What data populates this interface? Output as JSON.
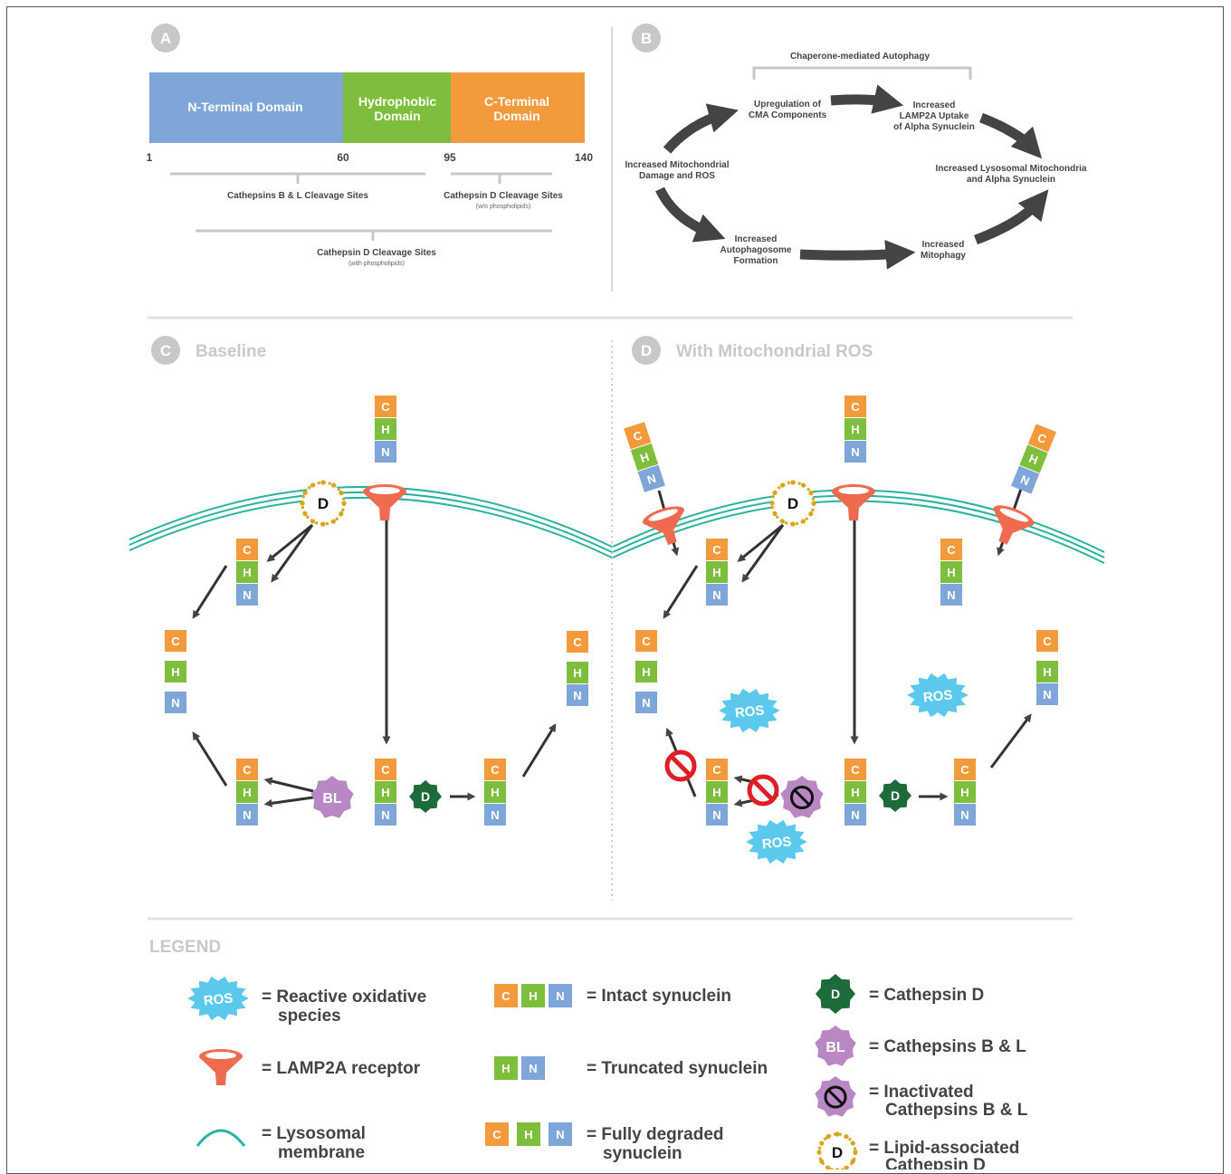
{
  "panel_a": {
    "label": "A",
    "domains": {
      "n": "N-Terminal Domain",
      "hyd1": "Hydrophobic",
      "hyd2": "Domain",
      "c1": "C-Terminal",
      "c2": "Domain"
    },
    "ticks": [
      "1",
      "60",
      "95",
      "140"
    ],
    "cleavage_bl": "Cathepsins B & L Cleavage Sites",
    "cleavage_d1": "Cathepsin D Cleavage Sites",
    "cleavage_d1_sub": "(w/o phospholipids)",
    "cleavage_d2": "Cathepsin D Cleavage Sites",
    "cleavage_d2_sub": "(with phospholipids)"
  },
  "panel_b": {
    "label": "B",
    "cma": "Chaperone-mediated Autophagy",
    "upreg1": "Upregulation of",
    "upreg2": "CMA Components",
    "lamp1": "Increased",
    "lamp2": "LAMP2A Uptake",
    "lamp3": "of Alpha Synuclein",
    "mito1": "Increased Mitochondrial",
    "mito2": "Damage and ROS",
    "lyso1": "Increased Lysosomal Mitochondria",
    "lyso2": "and Alpha Synuclein",
    "auto1": "Increased",
    "auto2": "Autophagosome",
    "auto3": "Formation",
    "mitoph1": "Increased",
    "mitoph2": "Mitophagy"
  },
  "panel_c": {
    "label": "C",
    "title": "Baseline"
  },
  "panel_d": {
    "label": "D",
    "title": "With Mitochondrial ROS"
  },
  "glyphs": {
    "c": "C",
    "h": "H",
    "n": "N",
    "d": "D",
    "bl": "BL",
    "ros": "ROS"
  },
  "legend": {
    "title": "LEGEND",
    "ros1": "= Reactive oxidative",
    "ros2": "species",
    "lamp": "= LAMP2A receptor",
    "mem1": "= Lysosomal",
    "mem2": "membrane",
    "intact": "= Intact synuclein",
    "trunc": "= Truncated synuclein",
    "deg1": "= Fully degraded",
    "deg2": "synuclein",
    "catd": "= Cathepsin D",
    "catbl": "= Cathepsins B & L",
    "inact1": "= Inactivated",
    "inact2": "Cathepsins B & L",
    "lipid1": "= Lipid-associated",
    "lipid2": "Cathepsin D"
  },
  "colors": {
    "n_domain": "#7ea6d8",
    "hyd_domain": "#7dbf3c",
    "c_domain": "#f29a3c",
    "membrane": "#2bb3a0",
    "lamp2a": "#ef6b4f",
    "cathepsin_d": "#1d6b3a",
    "cathepsin_bl": "#b887c4",
    "ros": "#5bc8ee",
    "arrow": "#333333",
    "label_gray": "#c8c8c8",
    "lipid_ring": "#d9a51a",
    "inhibit": "#e01e25"
  }
}
